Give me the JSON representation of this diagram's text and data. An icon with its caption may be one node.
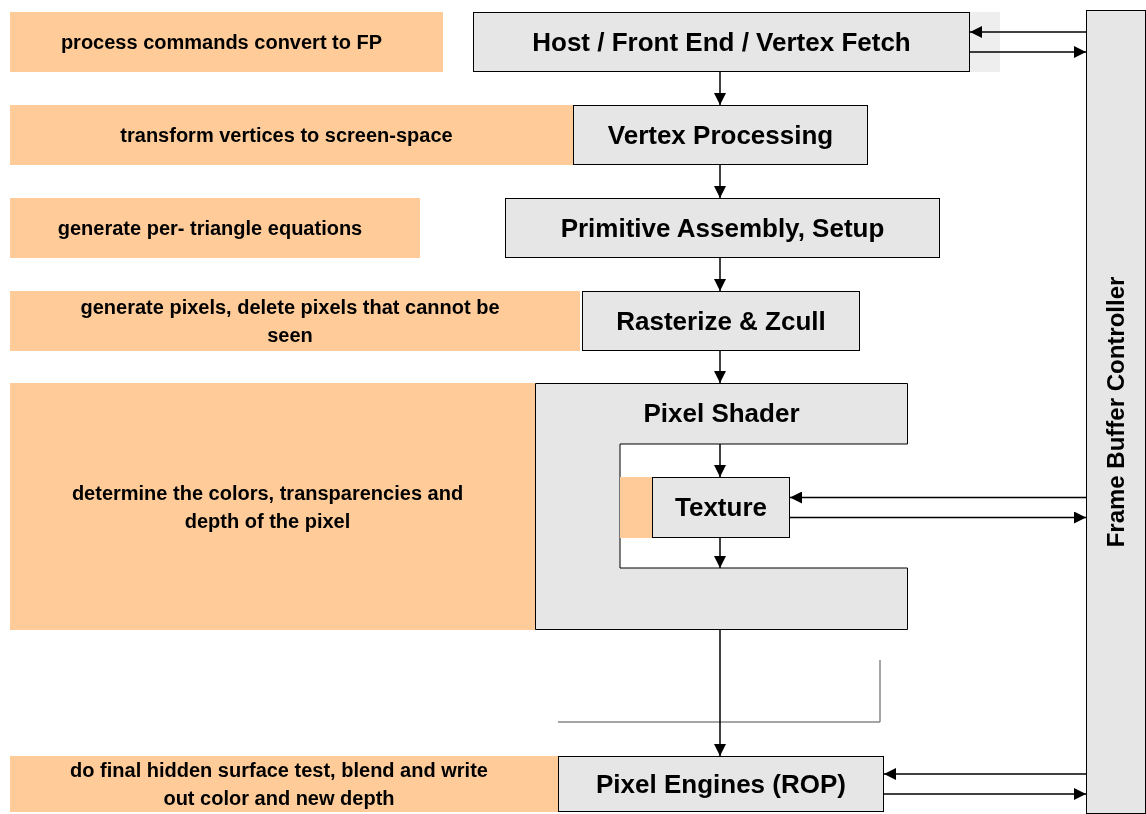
{
  "diagram": {
    "nodes": [
      {
        "text": [
          "process commands convert to FP"
        ]
      },
      {
        "text": [
          "Host /  Front End / Vertex Fetch"
        ]
      },
      {
        "text": [
          "transform vertices to screen-space"
        ]
      },
      {
        "text": [
          "Vertex Processing"
        ]
      },
      {
        "text": [
          "generate per- triangle equations"
        ]
      },
      {
        "text": [
          "Primitive Assembly, Setup"
        ]
      },
      {
        "text": [
          "generate pixels, delete pixels that cannot be seen"
        ]
      },
      {
        "text": [
          "Rasterize & Zcull"
        ]
      },
      {
        "text": [
          "determine the colors, transparencies and depth of the pixel"
        ]
      },
      {
        "text": [
          "Pixel Shader"
        ]
      },
      {
        "text": [
          "Texture"
        ],
        "in": 9
      },
      {
        "text": [
          "do final hidden surface test, blend and write out color and new depth"
        ]
      },
      {
        "text": [
          "Pixel Engines (ROP)"
        ]
      },
      {
        "text": [
          "Frame Buffer Controller"
        ]
      }
    ],
    "edges": [
      {
        "from": 1,
        "to": 3,
        "arrow": "to"
      },
      {
        "from": 3,
        "to": 5,
        "arrow": "to"
      },
      {
        "from": 5,
        "to": 7,
        "arrow": "to"
      },
      {
        "from": 7,
        "to": 9,
        "arrow": "to"
      },
      {
        "from": 9,
        "to": 10,
        "arrow": "to"
      },
      {
        "from": 10,
        "to": 9,
        "arrow": "to"
      },
      {
        "from": 9,
        "to": 12,
        "arrow": "to"
      },
      {
        "from": 13,
        "to": 1,
        "arrow": "to"
      },
      {
        "from": 1,
        "to": 13,
        "arrow": "to"
      },
      {
        "from": 13,
        "to": 10,
        "arrow": "to"
      },
      {
        "from": 10,
        "to": 13,
        "arrow": "to"
      },
      {
        "from": 13,
        "to": 12,
        "arrow": "to"
      },
      {
        "from": 12,
        "to": 13,
        "arrow": "to"
      }
    ]
  }
}
